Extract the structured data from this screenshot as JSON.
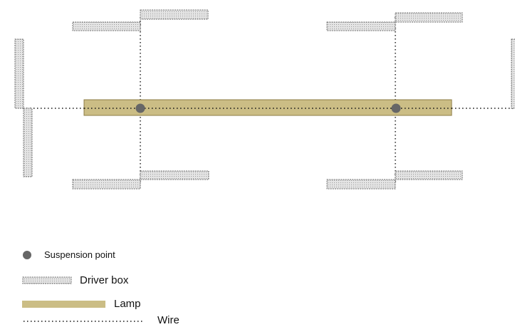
{
  "colors": {
    "background": "#ffffff",
    "lamp_fill": "#cbbd85",
    "lamp_stroke": "#8d7c45",
    "driver_box_fill": "#e4e4e4",
    "driver_box_stroke": "#6b6b6b",
    "wire": "#111111",
    "suspension_point": "#666666"
  },
  "legend": {
    "suspension_point": "Suspension point",
    "driver_box": "Driver box",
    "lamp": "Lamp",
    "wire": "Wire"
  }
}
